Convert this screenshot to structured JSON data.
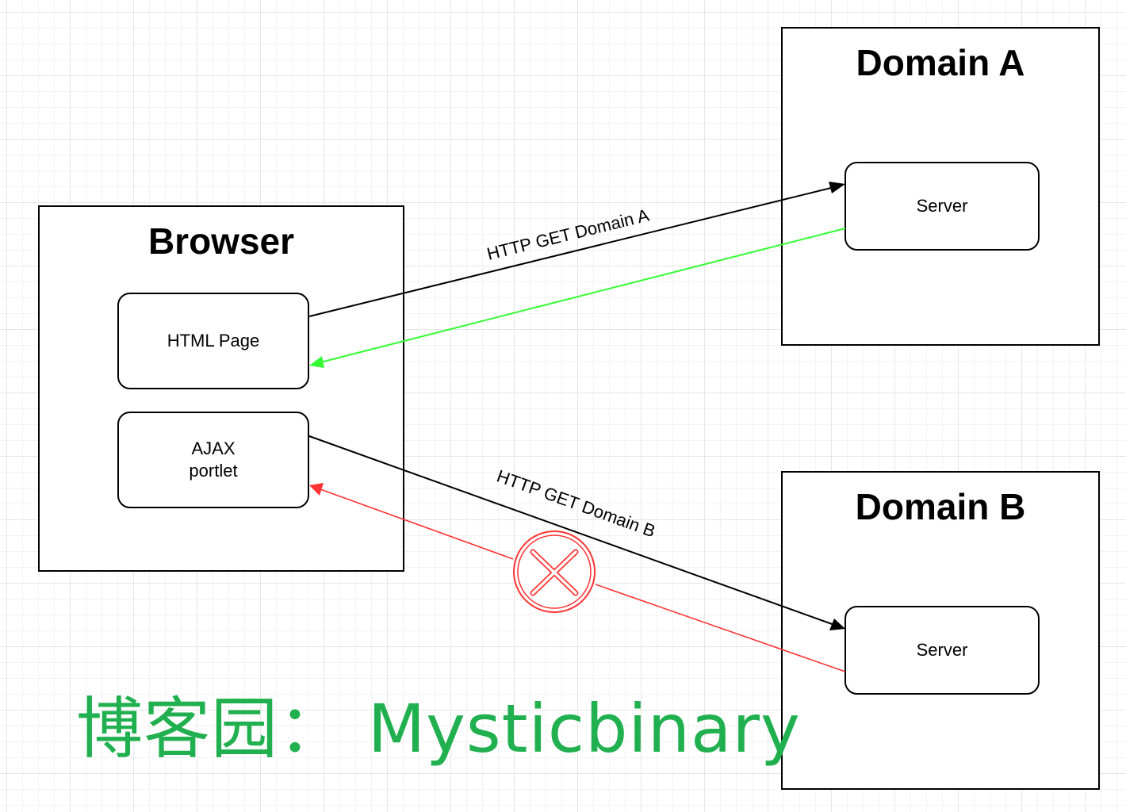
{
  "browser": {
    "title": "Browser",
    "html_page_label": "HTML Page",
    "ajax_label": "AJAX\nportlet"
  },
  "domain_a": {
    "title": "Domain A",
    "server_label": "Server"
  },
  "domain_b": {
    "title": "Domain B",
    "server_label": "Server"
  },
  "arrows": {
    "request_a_label": "HTTP GET Domain A",
    "request_b_label": "HTTP GET Domain B"
  },
  "watermark": "博客园： Mysticbinary",
  "colors": {
    "request": "#000000",
    "response_ok": "#33ff33",
    "response_blocked": "#ff3333",
    "watermark": "#21b04f"
  },
  "icons": {
    "blocked": "blocked-x-icon"
  }
}
